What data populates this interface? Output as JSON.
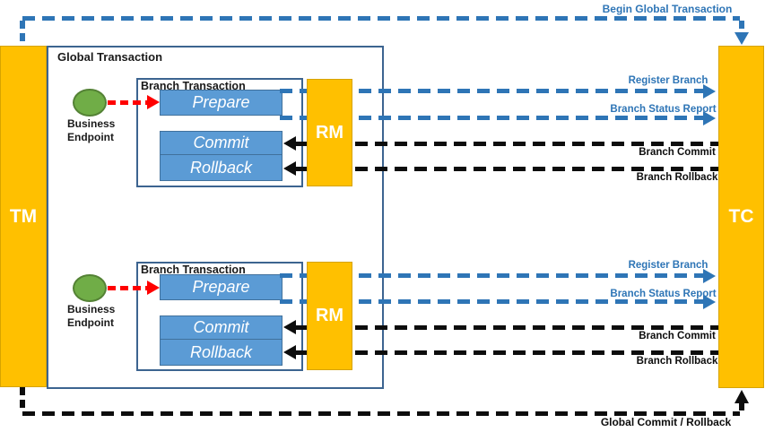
{
  "colors": {
    "orange": "#FFC000",
    "orange_border": "#D6A300",
    "box_blue": "#5B9BD5",
    "box_blue_border": "#41719C",
    "line_blue": "#2E75B6",
    "line_black": "#0D0D0D",
    "line_red": "#FF0000",
    "green": "#70AD47",
    "green_border": "#548235",
    "frame_border": "#3C6490"
  },
  "nodes": {
    "tm": "TM",
    "tc": "TC",
    "rm": "RM",
    "prepare": "Prepare",
    "commit": "Commit",
    "rollback": "Rollback"
  },
  "labels": {
    "global_transaction": "Global Transaction",
    "branch_transaction": "Branch Transaction",
    "business": "Business",
    "endpoint": "Endpoint"
  },
  "edges": {
    "begin_global_transaction": "Begin Global Transaction",
    "register_branch": "Register Branch",
    "branch_status_report": "Branch Status Report",
    "branch_commit": "Branch Commit",
    "branch_rollback": "Branch Rollback",
    "global_commit_rollback": "Global Commit / Rollback"
  }
}
